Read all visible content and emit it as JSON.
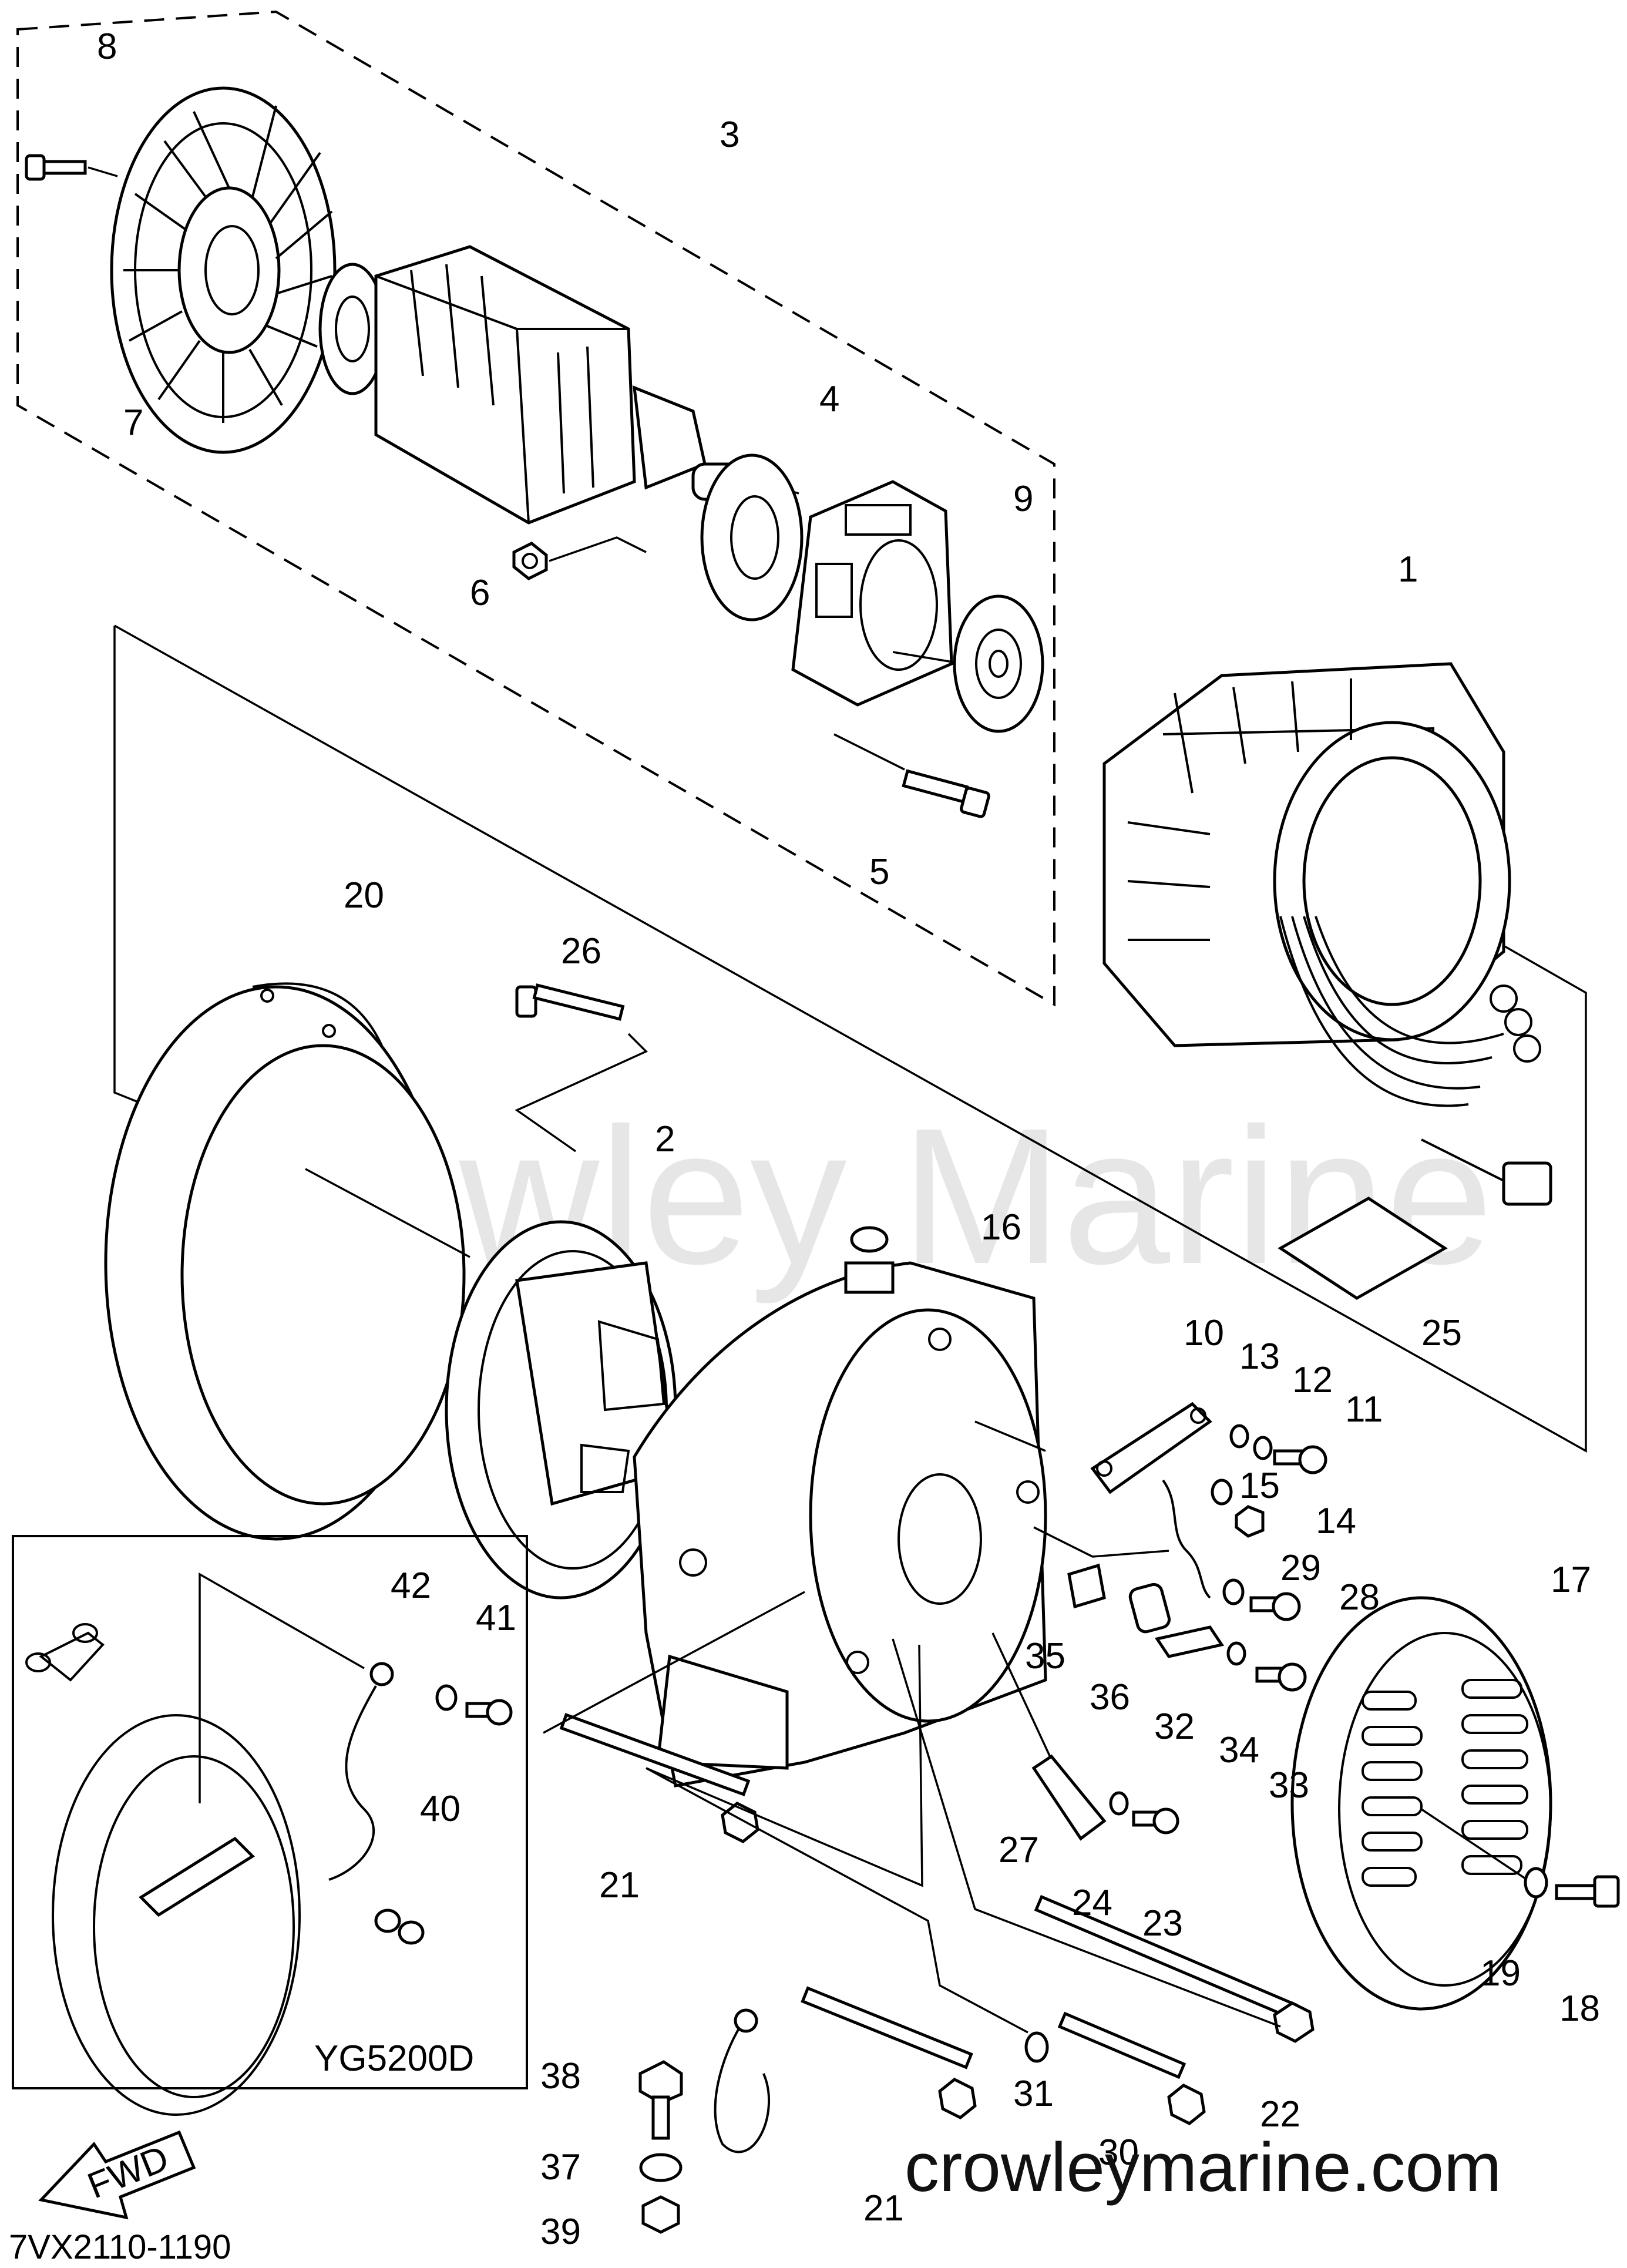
{
  "watermark": "Crowley Marine",
  "website": "crowleymarine.com",
  "diagram_code": "7VX2110-1190",
  "inset_model": "YG5200D",
  "fwd_label": "FWD",
  "callouts": {
    "c1": "1",
    "c2": "2",
    "c3": "3",
    "c4": "4",
    "c5": "5",
    "c6": "6",
    "c7": "7",
    "c8": "8",
    "c9": "9",
    "c10": "10",
    "c11": "11",
    "c12": "12",
    "c13": "13",
    "c14": "14",
    "c15": "15",
    "c16": "16",
    "c17": "17",
    "c18": "18",
    "c19": "19",
    "c20": "20",
    "c21a": "21",
    "c21b": "21",
    "c22": "22",
    "c23": "23",
    "c24": "24",
    "c25": "25",
    "c26": "26",
    "c27": "27",
    "c28": "28",
    "c29": "29",
    "c30": "30",
    "c31": "31",
    "c32": "32",
    "c33": "33",
    "c34": "34",
    "c35": "35",
    "c36": "36",
    "c37": "37",
    "c38": "38",
    "c39": "39",
    "c40": "40",
    "c41": "41",
    "c42": "42"
  }
}
